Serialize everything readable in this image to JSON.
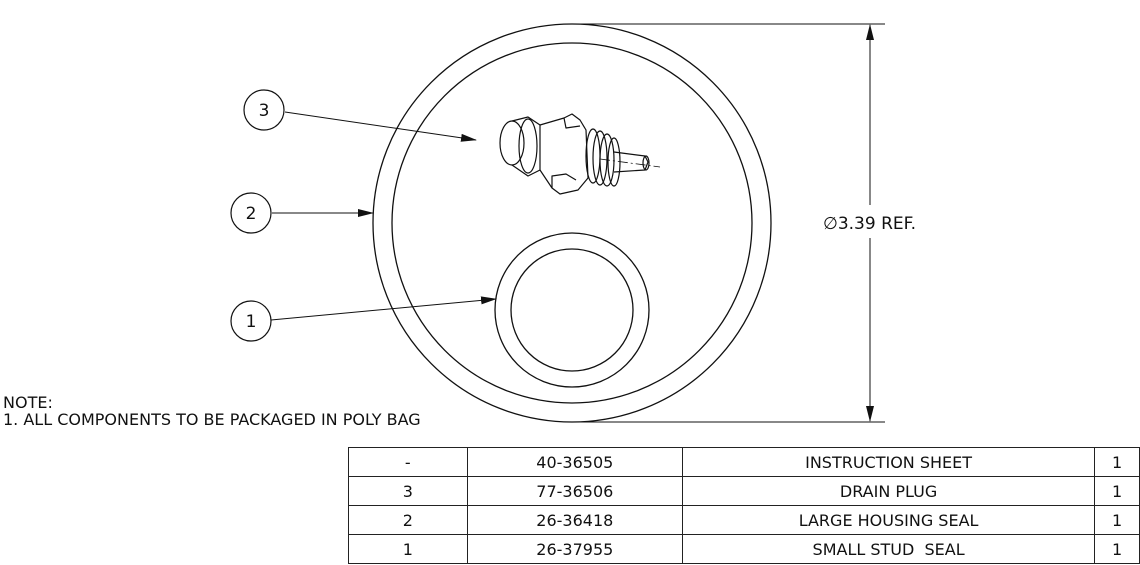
{
  "callouts": [
    {
      "label": "3",
      "target": "drain-plug"
    },
    {
      "label": "2",
      "target": "large-housing-seal"
    },
    {
      "label": "1",
      "target": "small-stud-seal"
    }
  ],
  "dimension": {
    "symbol": "∅",
    "value": "3.39 REF."
  },
  "note": {
    "heading": "NOTE:",
    "items": [
      "1. ALL COMPONENTS TO BE PACKAGED IN POLY BAG"
    ]
  },
  "bom": {
    "rows": [
      {
        "item": "-",
        "part_number": "40-36505",
        "description": "INSTRUCTION SHEET",
        "qty": "1"
      },
      {
        "item": "3",
        "part_number": "77-36506",
        "description": "DRAIN PLUG",
        "qty": "1"
      },
      {
        "item": "2",
        "part_number": "26-36418",
        "description": "LARGE HOUSING SEAL",
        "qty": "1"
      },
      {
        "item": "1",
        "part_number": "26-37955",
        "description": "SMALL STUD  SEAL",
        "qty": "1"
      }
    ]
  }
}
